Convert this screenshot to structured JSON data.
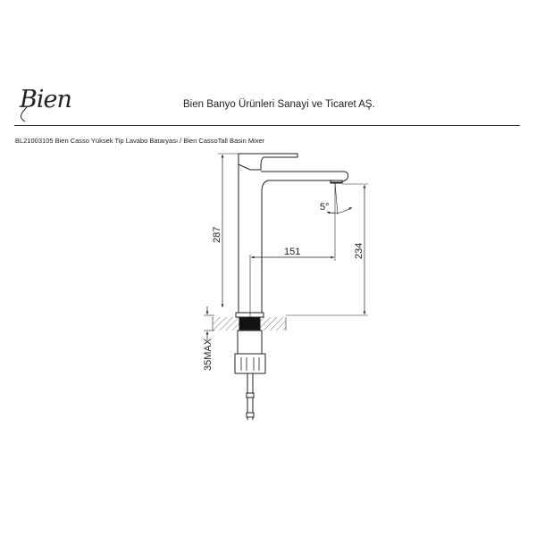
{
  "header": {
    "logo_text": "Bien",
    "company_name": "Bien Banyo Ürünleri Sanayi ve Ticaret AŞ."
  },
  "document": {
    "title": "BL21003105 Bien Casso Yüksek Tip Lavabo Bataryası / Bien CassoTall Basin Mixer"
  },
  "drawing": {
    "dimensions": {
      "total_height": "287",
      "spout_height": "234",
      "spout_reach": "151",
      "spout_angle": "5°",
      "max_deck_thickness": "35MAX"
    }
  }
}
